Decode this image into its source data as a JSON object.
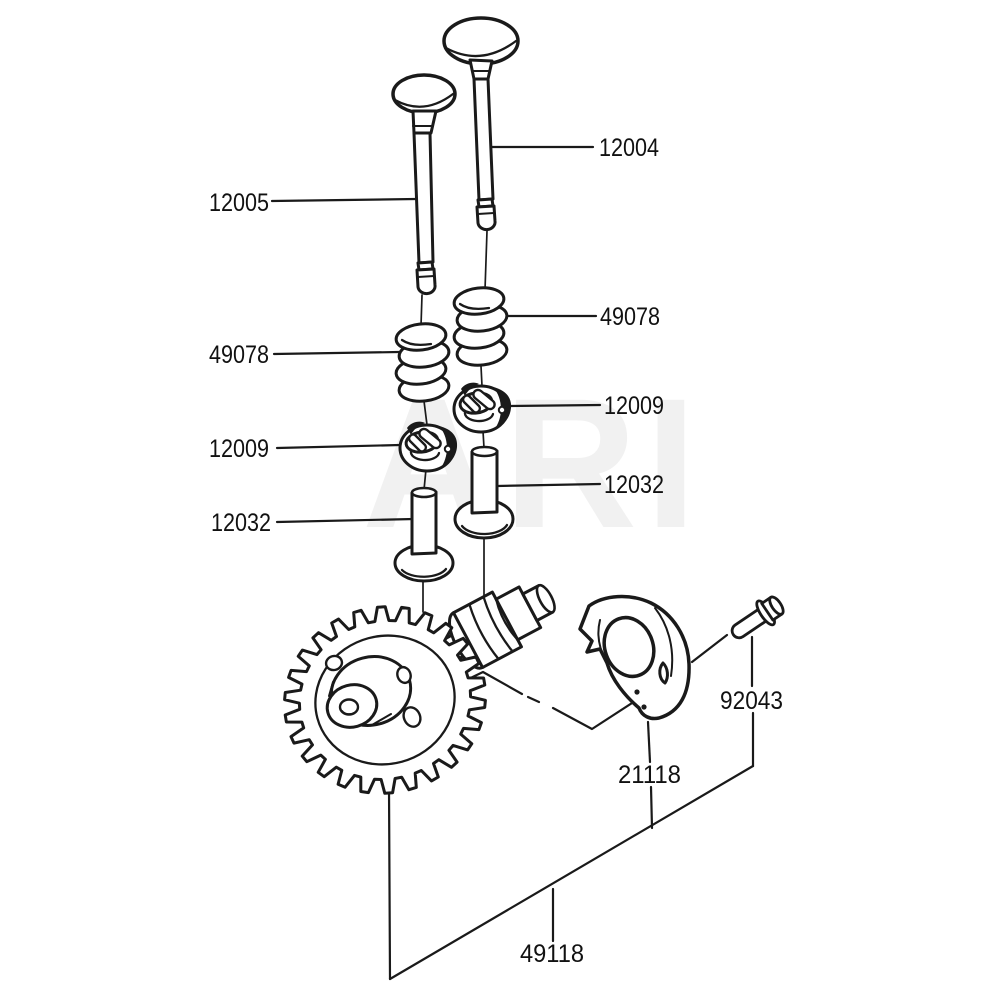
{
  "watermark": "ARI",
  "colors": {
    "line": "#1a1a1a",
    "watermark": "#f1f1f1",
    "background": "#ffffff"
  },
  "labels": {
    "valve_12004": "12004",
    "valve_12005": "12005",
    "spring_right_49078": "49078",
    "spring_left_49078": "49078",
    "retainer_right_12009": "12009",
    "retainer_left_12009": "12009",
    "tappet_right_12032": "12032",
    "tappet_left_12032": "12032",
    "bolt_92043": "92043",
    "plate_21118": "21118",
    "chamber_49118": "49118"
  }
}
